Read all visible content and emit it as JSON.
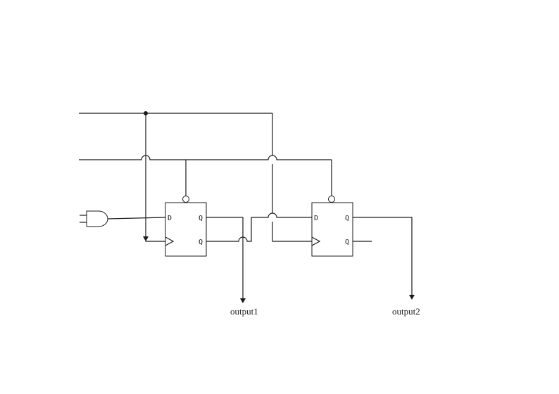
{
  "flipflops": [
    {
      "id": "ff1",
      "d_label": "D",
      "q_label": "Q",
      "qbar_label": "Q"
    },
    {
      "id": "ff2",
      "d_label": "D",
      "q_label": "Q",
      "qbar_label": "Q"
    }
  ],
  "outputs": {
    "output1": "output1",
    "output2": "output2"
  },
  "icons": {
    "input_source": "plug-icon"
  }
}
